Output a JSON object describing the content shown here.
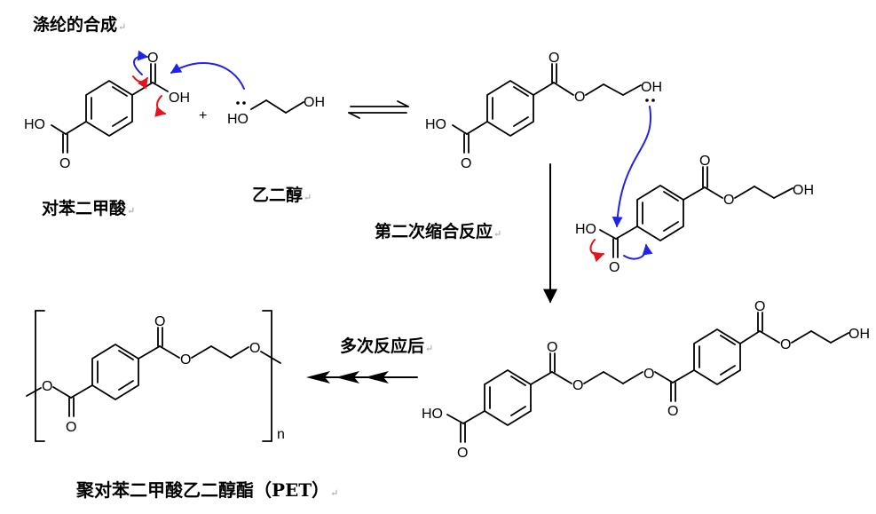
{
  "title": "涤纶的合成",
  "para_mark": "↵",
  "labels": {
    "terephthalic_acid": "对苯二甲酸",
    "ethylene_glycol": "乙二醇",
    "second_condensation": "第二次缩合反应",
    "repeated_reaction": "多次反应后",
    "pet": "聚对苯二甲酸乙二醇酯（PET）"
  },
  "atoms": {
    "oxygen": "O",
    "hydroxyl_right": "OH",
    "hydroxyl_left": "HO",
    "plus": "+",
    "repeat_n": "n"
  },
  "colors": {
    "bond": "#000000",
    "electron_arrow_blue": "#1f23e6",
    "electron_arrow_red": "#e8121a"
  }
}
